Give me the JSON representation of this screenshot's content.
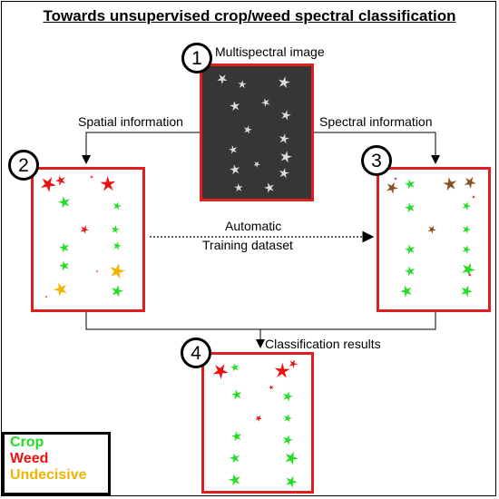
{
  "title": "Towards unsupervised crop/weed spectral classification",
  "steps": [
    {
      "number": "1",
      "label": "Multispectral image"
    },
    {
      "number": "2",
      "label": "Spatial information"
    },
    {
      "number": "3",
      "label": "Spectral information"
    },
    {
      "number": "4",
      "label": "Classification results"
    }
  ],
  "middle_label": {
    "line1": "Automatic",
    "line2": "Training dataset"
  },
  "legend": [
    {
      "label": "Crop",
      "color": "#22dd22"
    },
    {
      "label": "Weed",
      "color": "#ee1111"
    },
    {
      "label": "Undecisive",
      "color": "#f0b400"
    }
  ],
  "colors": {
    "panel_border": "#e02020",
    "crop": "#22dd22",
    "weed": "#ee1111",
    "undecisive": "#f0b400",
    "weed_dark": "#8a5020"
  }
}
